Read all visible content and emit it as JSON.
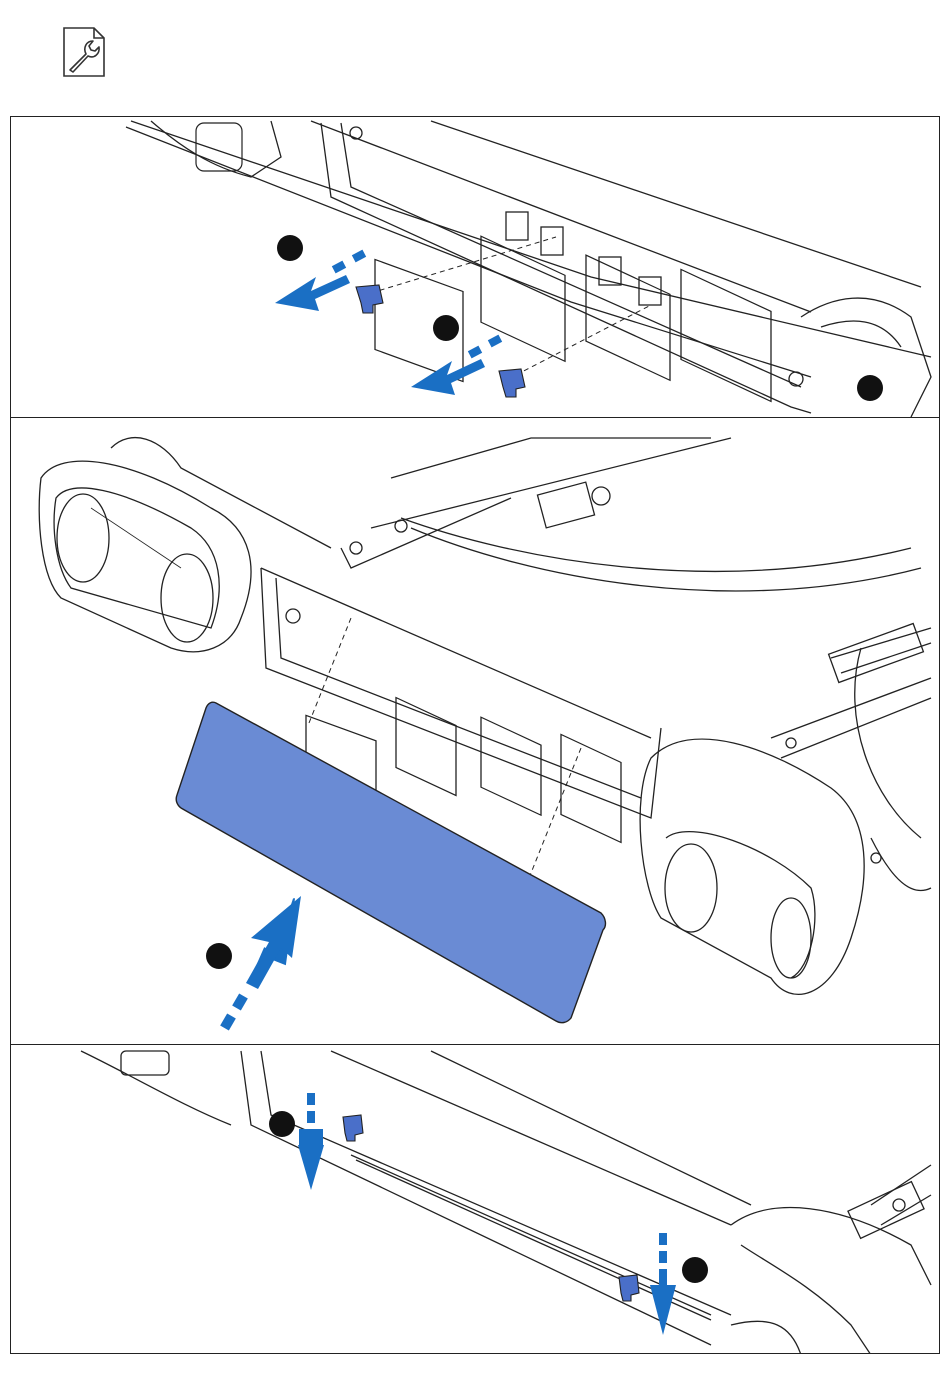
{
  "header": {
    "icon": "wrench-document-icon"
  },
  "steps": [
    {
      "id": "remove-clips",
      "callouts": [
        "",
        ""
      ],
      "arrow_color": "#1a6fc4",
      "clip_color": "#4a6fc9"
    },
    {
      "id": "install-panel",
      "callouts": [
        ""
      ],
      "arrow_color": "#1a6fc4",
      "panel_color": "#6a8bd4"
    },
    {
      "id": "reinstall-clips",
      "callouts": [
        "",
        ""
      ],
      "arrow_color": "#1a6fc4",
      "clip_color": "#4a6fc9"
    }
  ]
}
